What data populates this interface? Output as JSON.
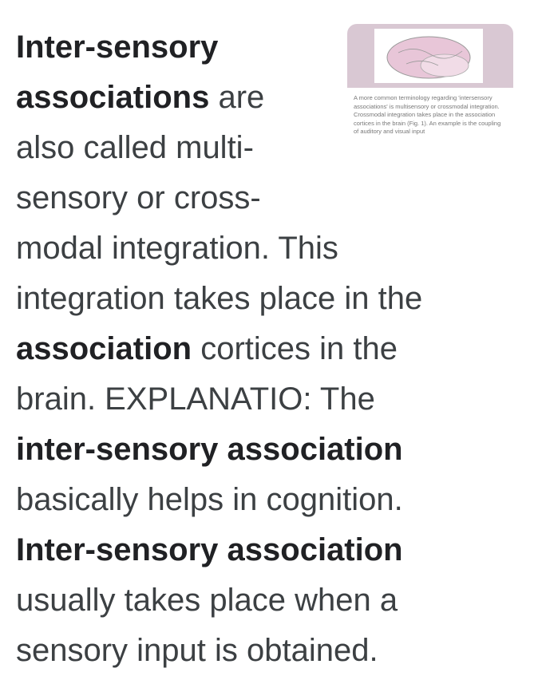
{
  "snippet": {
    "lines": [
      [
        {
          "t": "Inter-sensory",
          "b": true
        }
      ],
      [
        {
          "t": "associations",
          "b": true
        },
        {
          "t": " are",
          "b": false
        }
      ],
      [
        {
          "t": "also called multi-",
          "b": false
        }
      ],
      [
        {
          "t": "sensory or cross-",
          "b": false
        }
      ],
      [
        {
          "t": "modal integration. This",
          "b": false
        }
      ],
      [
        {
          "t": "integration takes place in the",
          "b": false
        }
      ],
      [
        {
          "t": "association",
          "b": true
        },
        {
          "t": " cortices in the",
          "b": false
        }
      ],
      [
        {
          "t": "brain. EXPLANATIO: The",
          "b": false
        }
      ],
      [
        {
          "t": "inter-sensory association",
          "b": true
        }
      ],
      [
        {
          "t": "basically helps in cognition.",
          "b": false
        }
      ],
      [
        {
          "t": "Inter-sensory association",
          "b": true
        }
      ],
      [
        {
          "t": "usually takes place when a",
          "b": false
        }
      ],
      [
        {
          "t": "sensory input is obtained.",
          "b": false
        }
      ]
    ]
  },
  "thumbnail": {
    "caption": "A more common terminology regarding 'intersensory associations' is multisensory or crossmodal integration. Crossmodal integration takes place in the association cortices in the brain (Fig. 1). An example is the coupling of auditory and visual input"
  }
}
